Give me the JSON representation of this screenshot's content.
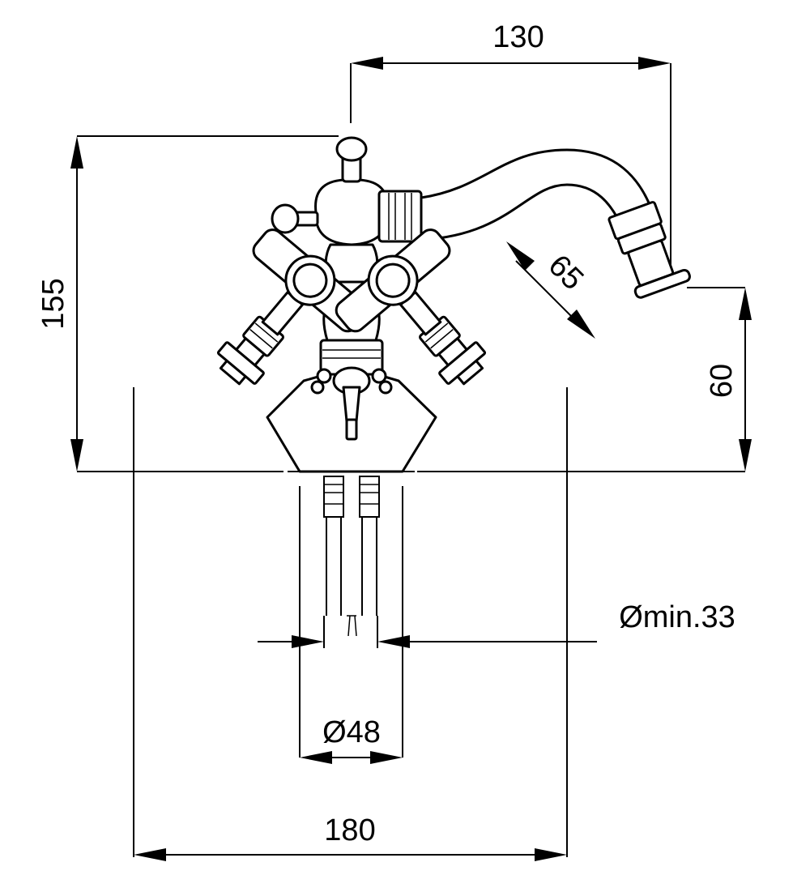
{
  "dimensions": {
    "top_width": "130",
    "total_height": "155",
    "handle_length": "65",
    "spout_height": "60",
    "hole_min_diameter": "Ømin.33",
    "shank_diameter": "Ø48",
    "overall_width": "180"
  },
  "colors": {
    "line": "#000000",
    "background": "#ffffff"
  }
}
